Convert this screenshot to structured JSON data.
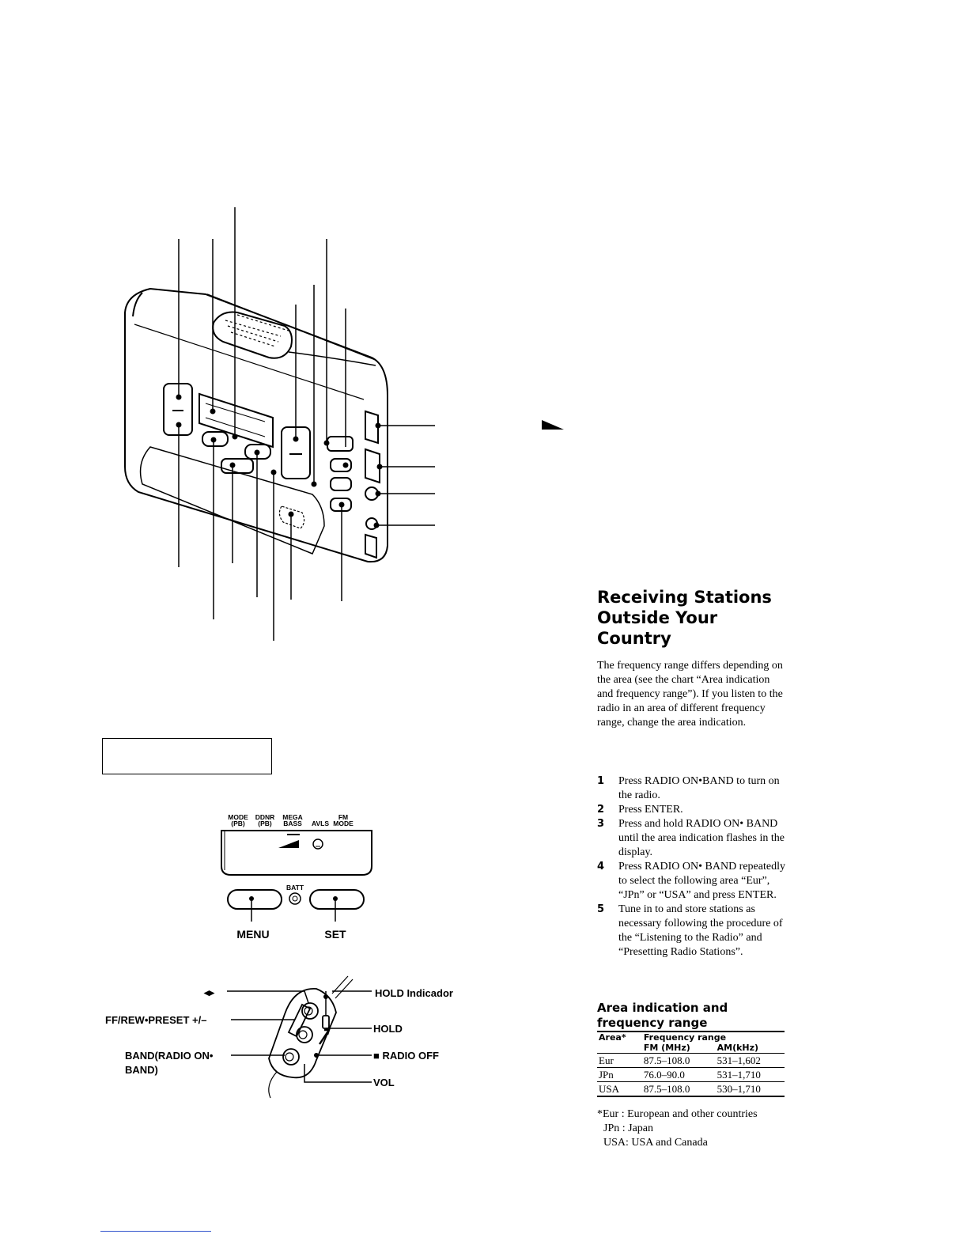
{
  "diagram": {
    "batt_label": "BATT",
    "menu_label": "MENU",
    "set_label": "SET",
    "indicators": [
      {
        "top": "MODE",
        "sub": "(PB)"
      },
      {
        "top": "DDNR",
        "sub": "(PB)"
      },
      {
        "top": "MEGA",
        "sub": "BASS"
      },
      {
        "top": "",
        "sub": "AVLS"
      },
      {
        "top": "FM",
        "sub": "MODE"
      }
    ],
    "remote_labels": {
      "play_arrows": "◂▸",
      "ff_rew_preset": "FF/REW•PRESET +/–",
      "band_line1": "BAND(RADIO ON•",
      "band_line2": "BAND)",
      "hold_indicator": "HOLD Indicador",
      "hold": "HOLD",
      "radio_off": "■ RADIO OFF",
      "vol": "VOL"
    }
  },
  "section": {
    "title_lines": [
      "Receiving Stations",
      "Outside Your",
      "Country"
    ],
    "intro": "The frequency range differs depending on the area (see the chart “Area indication and frequency range”). If you listen to the radio in an area of different frequency range, change the area indication.",
    "steps": [
      {
        "num": "1",
        "text": "Press RADIO ON•BAND to turn on the radio."
      },
      {
        "num": "2",
        "text": "Press ENTER."
      },
      {
        "num": "3",
        "text": "Press and hold RADIO ON• BAND until the area indication flashes in the display."
      },
      {
        "num": "4",
        "text": "Press RADIO ON• BAND repeatedly to select the following area “Eur”, “JPn” or “USA” and press ENTER."
      },
      {
        "num": "5",
        "text": "Tune in to and store stations as necessary following the procedure of the “Listening to the Radio” and “Presetting Radio Stations”."
      }
    ]
  },
  "table": {
    "title_lines": [
      "Area indication and",
      "frequency range"
    ],
    "head_area": "Area*",
    "head_range": "Frequency range",
    "head_fm": "FM (MHz)",
    "head_am": "AM(kHz)",
    "rows": [
      {
        "area": "Eur",
        "fm": "87.5–108.0",
        "am": "531–1,602"
      },
      {
        "area": "JPn",
        "fm": "76.0–90.0",
        "am": "531–1,710"
      },
      {
        "area": "USA",
        "fm": "87.5–108.0",
        "am": "530–1,710"
      }
    ],
    "notes": [
      "*Eur : European and other countries",
      "JPn : Japan",
      "USA: USA and Canada"
    ]
  }
}
